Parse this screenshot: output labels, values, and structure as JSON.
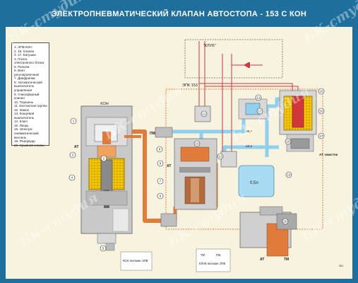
{
  "title": "ЭЛЕКТРОПНЕВМАТИЧЕСКИЙ КЛАПАН АВТОСТОПА - 153 С КОН",
  "legend": [
    "1. ЭПВ КОН",
    "2. 18. Клапан",
    "3. 17. Катушка",
    "4. Плата электронного блока",
    "5. Разъем",
    "6. Винт регулировочный",
    "7. Диафрагма",
    "8. Автоматический выключатель управления",
    "9. Атмосферный клапан",
    "10. Поршень",
    "11. Контактная группа",
    "12. Замок",
    "13. Концевой выключатель",
    "14. Ключ",
    "15. Якорь",
    "16. Электро-пневматический вентиль",
    "19. Резервуар",
    "20. Срывной клапан"
  ],
  "labels": {
    "kon": "КОН",
    "klub": "\"КЛУБ\"",
    "epk": "ЭПК 153",
    "tm": "ТМ",
    "at": "АТ",
    "at_svistok": "АТ свисток",
    "reservoir": "0,5л",
    "d32": "ø3,2",
    "d07": "ø0,7",
    "kon_pitanie": "КОН питание ЭПВ",
    "pm": "ПМ",
    "klub_pitanie": "КЛУБ питание ЭПК",
    "mark": "ЛК1"
  },
  "callouts": [
    "1",
    "2",
    "3",
    "4",
    "5",
    "6",
    "7",
    "8",
    "9",
    "10",
    "11",
    "12",
    "13",
    "14",
    "15",
    "16",
    "17",
    "18",
    "19",
    "20"
  ],
  "watermark": "БК-студия",
  "colors": {
    "background": "#1f6f9c",
    "panel": "#f7f3df",
    "pipe_orange": "#e07b3c",
    "pipe_blue": "#8fd0ee",
    "wire_red": "#d0363c",
    "reservoir": "#a8dcf2",
    "coil": "#f2c400"
  }
}
